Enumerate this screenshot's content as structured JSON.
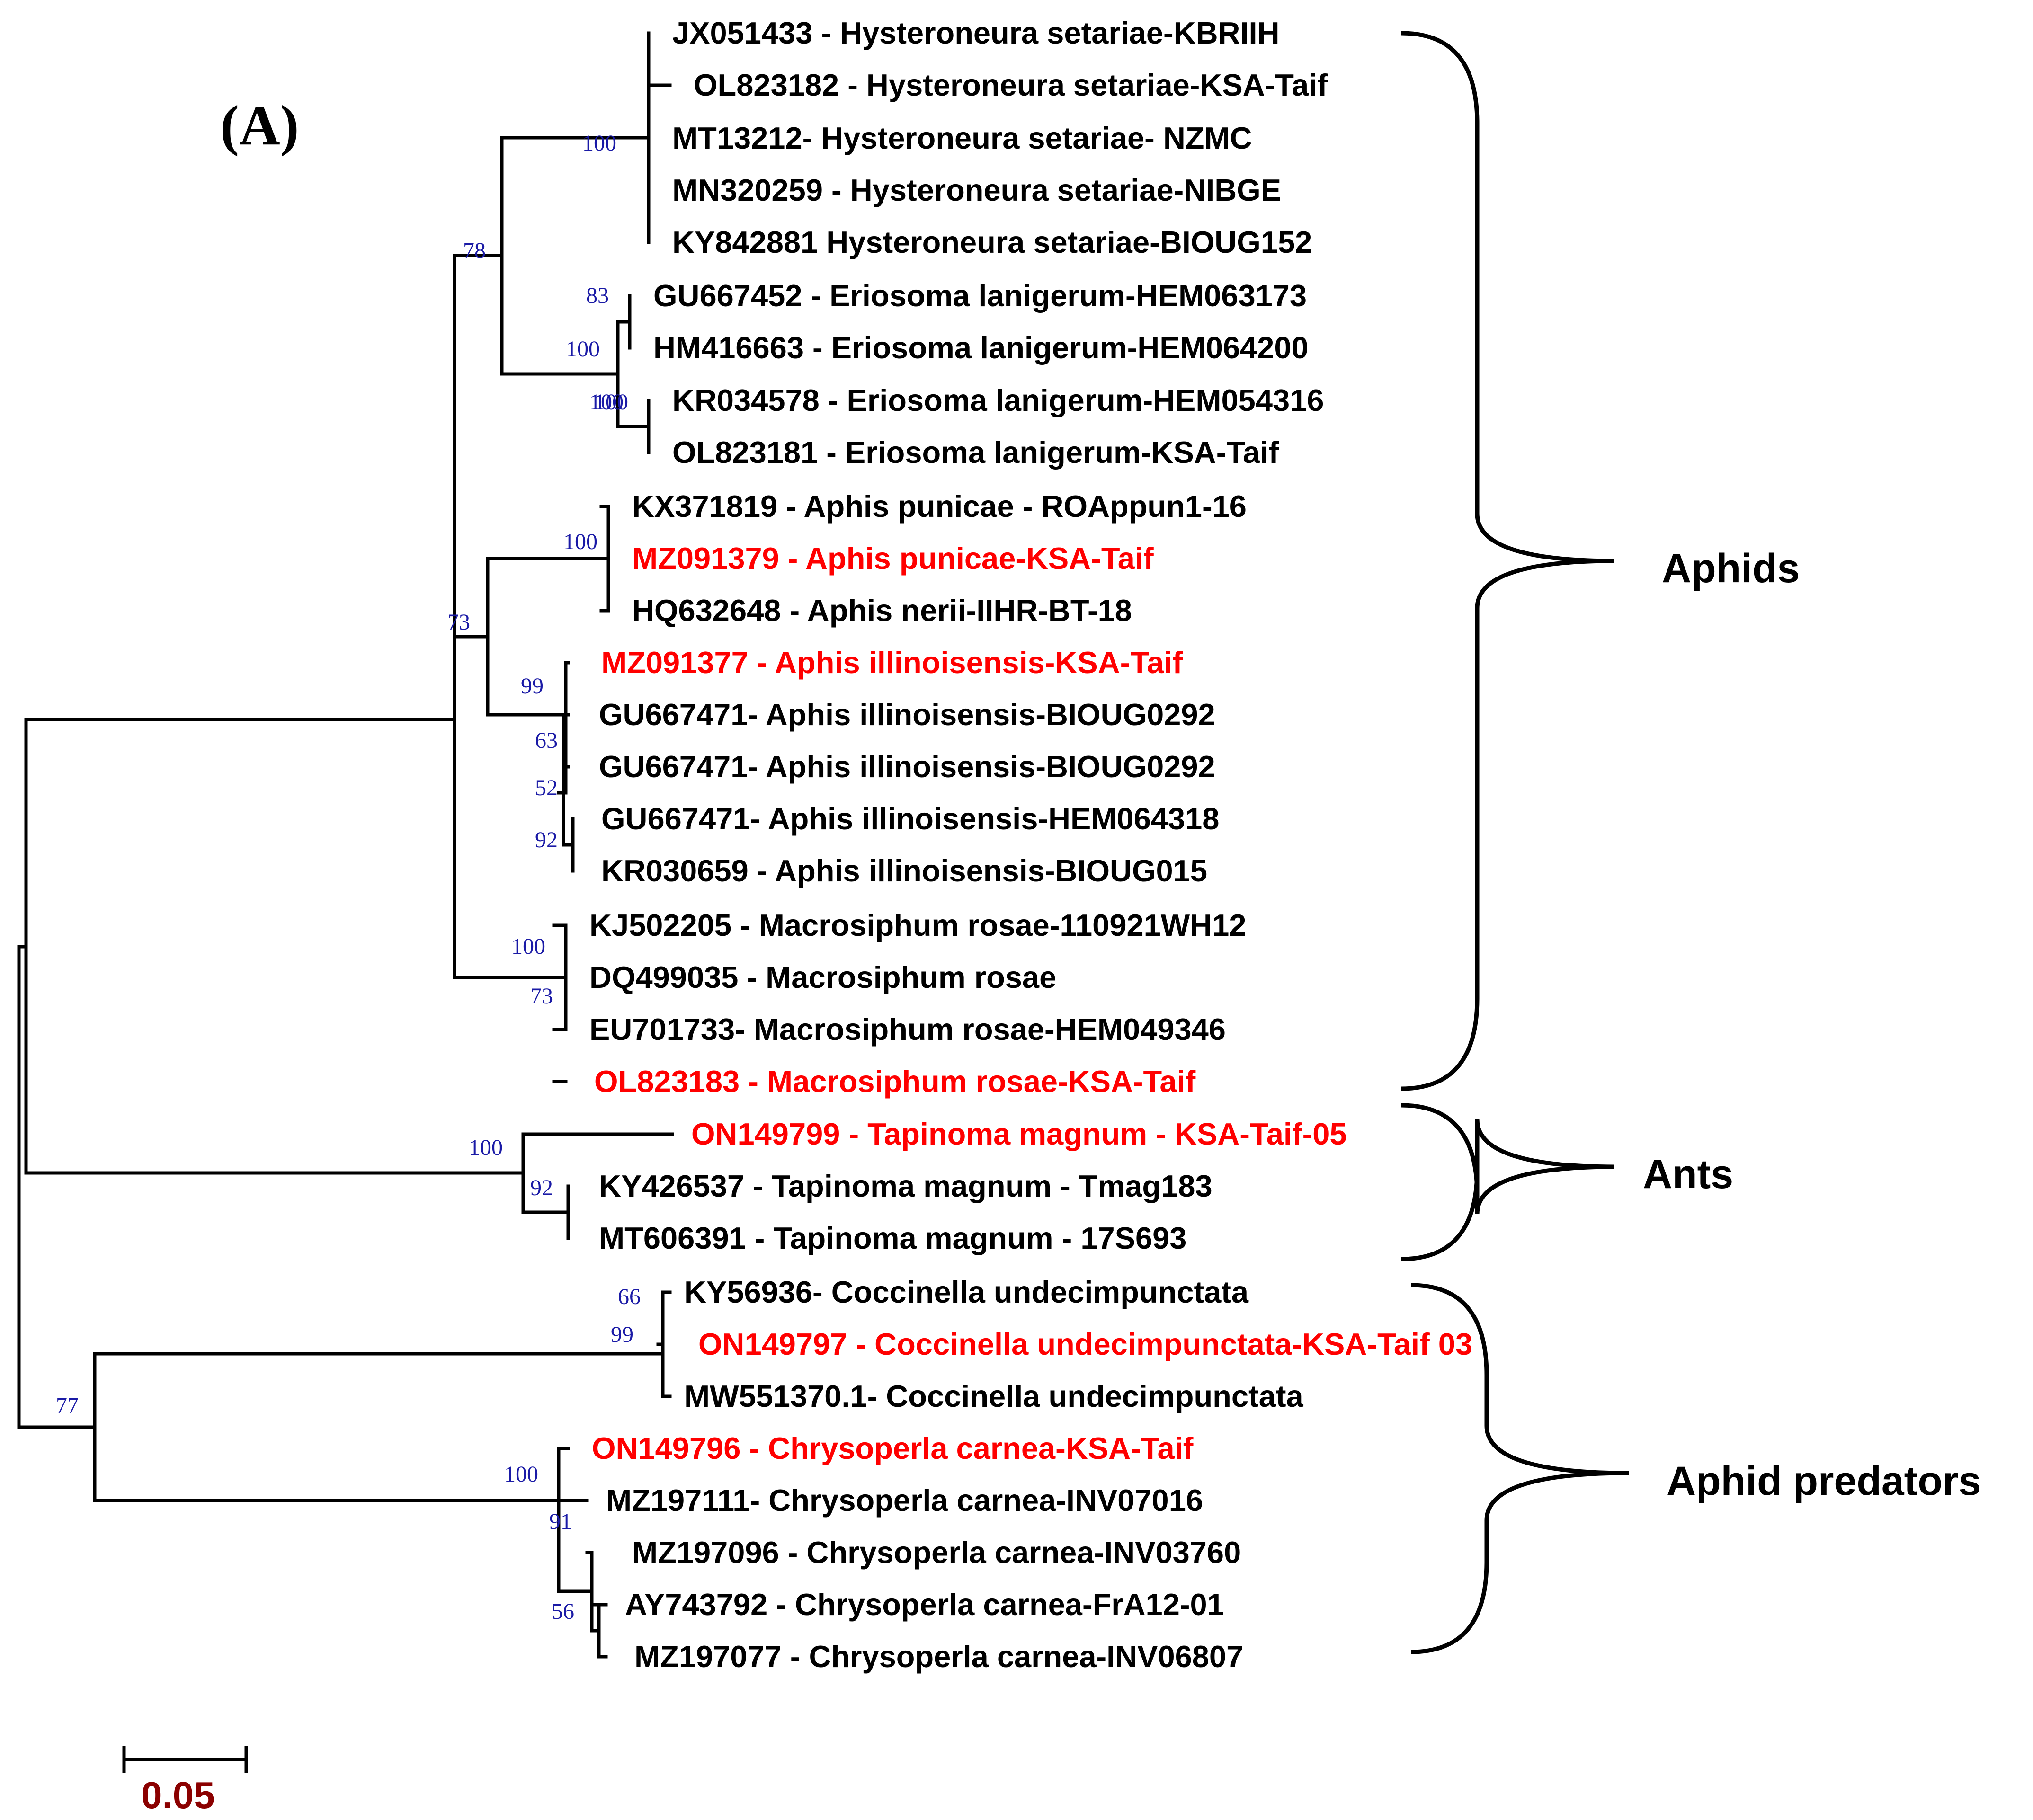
{
  "panel_label": "(A)",
  "colors": {
    "line": "#000000",
    "highlight": "#ff0000",
    "support": "#1a1aa6",
    "scale": "#8b0000"
  },
  "scale_bar": {
    "label": "0.05"
  },
  "leaves": [
    {
      "text": "JX051433 - Hysteroneura setariae-KBRIIH",
      "highlight": false
    },
    {
      "text": "OL823182 - Hysteroneura setariae-KSA-Taif",
      "highlight": false
    },
    {
      "text": "MT13212- Hysteroneura setariae- NZMC",
      "highlight": false
    },
    {
      "text": "MN320259 - Hysteroneura setariae-NIBGE",
      "highlight": false
    },
    {
      "text": "KY842881 Hysteroneura setariae-BIOUG152",
      "highlight": false
    },
    {
      "text": "GU667452 - Eriosoma lanigerum-HEM063173",
      "highlight": false
    },
    {
      "text": "HM416663 - Eriosoma lanigerum-HEM064200",
      "highlight": false
    },
    {
      "text": "KR034578 - Eriosoma lanigerum-HEM054316",
      "highlight": false
    },
    {
      "text": "OL823181 - Eriosoma lanigerum-KSA-Taif",
      "highlight": false
    },
    {
      "text": "KX371819 - Aphis punicae - ROAppun1-16",
      "highlight": false
    },
    {
      "text": "MZ091379 - Aphis punicae-KSA-Taif",
      "highlight": true
    },
    {
      "text": "HQ632648 - Aphis nerii-IIHR-BT-18",
      "highlight": false
    },
    {
      "text": "MZ091377 - Aphis illinoisensis-KSA-Taif",
      "highlight": true
    },
    {
      "text": "GU667471- Aphis illinoisensis-BIOUG0292",
      "highlight": false
    },
    {
      "text": "GU667471- Aphis illinoisensis-BIOUG0292",
      "highlight": false
    },
    {
      "text": "GU667471- Aphis illinoisensis-HEM064318",
      "highlight": false
    },
    {
      "text": "KR030659 - Aphis illinoisensis-BIOUG015",
      "highlight": false
    },
    {
      "text": "KJ502205 - Macrosiphum rosae-110921WH12",
      "highlight": false
    },
    {
      "text": "DQ499035 - Macrosiphum rosae",
      "highlight": false
    },
    {
      "text": "EU701733- Macrosiphum rosae-HEM049346",
      "highlight": false
    },
    {
      "text": "OL823183 - Macrosiphum rosae-KSA-Taif",
      "highlight": true
    },
    {
      "text": "ON149799 - Tapinoma magnum - KSA-Taif-05",
      "highlight": true
    },
    {
      "text": "KY426537 - Tapinoma magnum - Tmag183",
      "highlight": false
    },
    {
      "text": "MT606391 - Tapinoma magnum - 17S693",
      "highlight": false
    },
    {
      "text": "KY56936- Coccinella undecimpunctata",
      "highlight": false
    },
    {
      "text": "ON149797 - Coccinella undecimpunctata-KSA-Taif 03",
      "highlight": true
    },
    {
      "text": "MW551370.1- Coccinella undecimpunctata",
      "highlight": false
    },
    {
      "text": "ON149796 - Chrysoperla carnea-KSA-Taif",
      "highlight": true
    },
    {
      "text": "MZ197111- Chrysoperla carnea-INV07016",
      "highlight": false
    },
    {
      "text": "MZ197096 - Chrysoperla carnea-INV03760",
      "highlight": false
    },
    {
      "text": "AY743792 - Chrysoperla carnea-FrA12-01",
      "highlight": false
    },
    {
      "text": "MZ197077 - Chrysoperla carnea-INV06807",
      "highlight": false
    }
  ],
  "supports": [
    "100",
    "78",
    "83",
    "100",
    "100",
    "100",
    "73",
    "99",
    "63",
    "52",
    "92",
    "100",
    "73",
    "100",
    "100",
    "92",
    "66",
    "99",
    "77",
    "100",
    "91",
    "56"
  ],
  "groups": [
    {
      "label": "Aphids"
    },
    {
      "label": "Ants"
    },
    {
      "label": "Aphid predators"
    }
  ]
}
